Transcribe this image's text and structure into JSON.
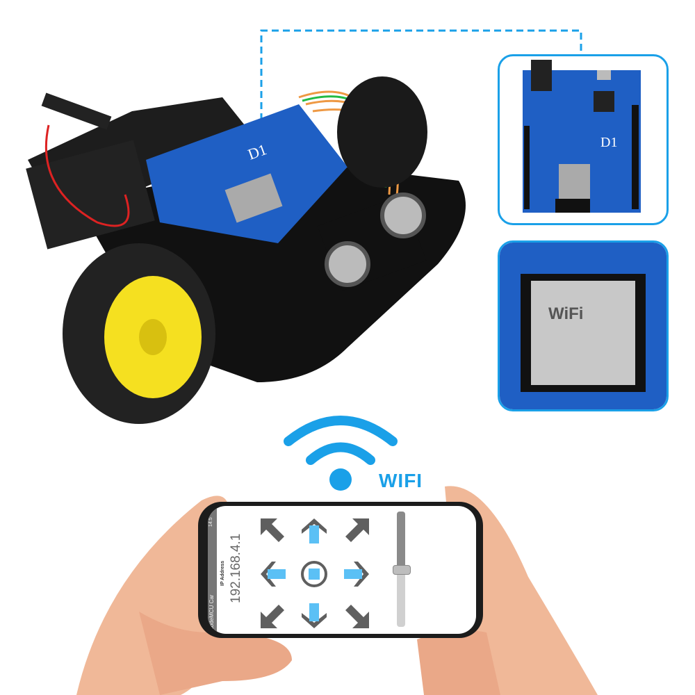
{
  "labels": {
    "wifi": "WIFI"
  },
  "board": {
    "name": "D1",
    "module": "WiFi"
  },
  "phone": {
    "app_title": "NodeMCU Car",
    "status_bar": "14:5",
    "ip_label": "IP Address",
    "ip_value": "192.168.4.1",
    "speed_slider_level": 0.5,
    "controls": [
      "forward-left",
      "forward",
      "forward-right",
      "left",
      "stop",
      "right",
      "back-left",
      "back",
      "back-right"
    ]
  },
  "colors": {
    "accent": "#1aa0e8",
    "arrow_gray": "#5f5f5f",
    "arrow_blue": "#5bc0f5",
    "board_blue": "#1f5fc4",
    "wheel_yellow": "#f5e020"
  }
}
